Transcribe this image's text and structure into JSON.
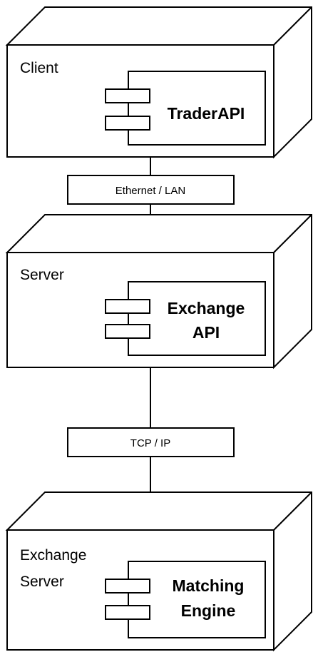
{
  "nodes": [
    {
      "name_lines": [
        "Client"
      ],
      "component_lines": [
        "TraderAPI"
      ]
    },
    {
      "name_lines": [
        "Server"
      ],
      "component_lines": [
        "Exchange",
        "API"
      ]
    },
    {
      "name_lines": [
        "Exchange",
        "Server"
      ],
      "component_lines": [
        "Matching",
        "Engine"
      ]
    }
  ],
  "links": [
    {
      "label": "Ethernet / LAN"
    },
    {
      "label": "TCP / IP"
    }
  ]
}
